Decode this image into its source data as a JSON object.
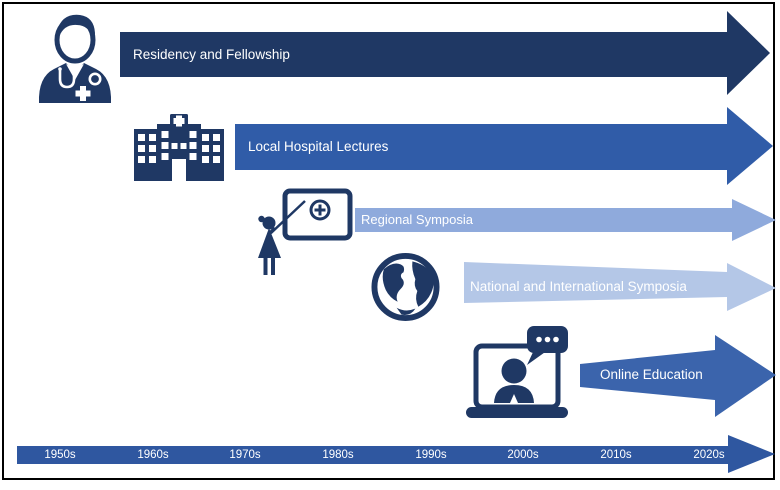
{
  "figure": {
    "type": "medical education timeline diagram",
    "background_color": "#FFFFFF",
    "border_color": "#000000"
  },
  "stages": [
    {
      "label": "Residency and Fellowship",
      "icon": "doctor-icon",
      "arrow_color": "#1F3864",
      "label_color": "#FFFFFF"
    },
    {
      "label": "Local Hospital Lectures",
      "icon": "hospital-icon",
      "arrow_color": "#305CA8",
      "label_color": "#FFFFFF"
    },
    {
      "label": "Regional Symposia",
      "icon": "lecturer-icon",
      "arrow_color": "#8FAADC",
      "label_color": "#FFFFFF"
    },
    {
      "label": "National and International Symposia",
      "icon": "globe-icon",
      "arrow_color": "#B4C7E7",
      "label_color": "#FFFFFF"
    },
    {
      "label": "Online Education",
      "icon": "online-education-icon",
      "arrow_color": "#3B64AC",
      "label_color": "#FFFFFF"
    }
  ],
  "timeline": {
    "bar_color": "#2F57A0",
    "label_color": "#FFFFFF",
    "decades": [
      "1950s",
      "1960s",
      "1970s",
      "1980s",
      "1990s",
      "2000s",
      "2010s",
      "2020s"
    ]
  }
}
